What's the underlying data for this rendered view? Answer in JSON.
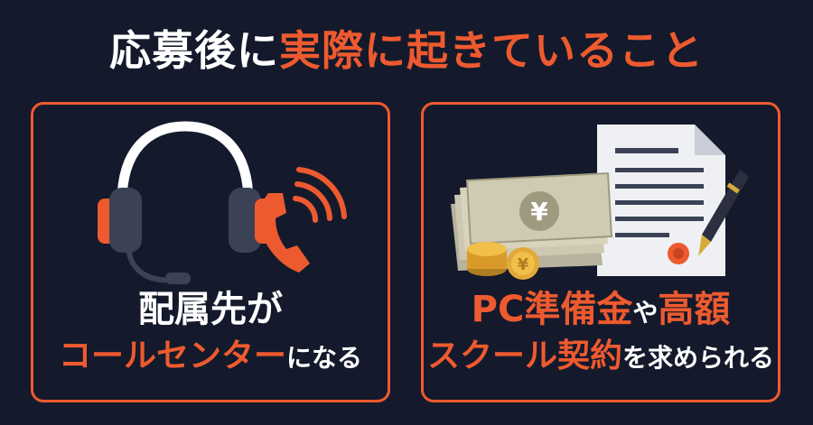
{
  "title": {
    "part1": "応募後に",
    "part2": "実際に起きていること"
  },
  "colors": {
    "background": "#141a2c",
    "accent": "#ee5a2f",
    "text": "#ffffff"
  },
  "left_card": {
    "icons": [
      "headset-icon",
      "phone-icon"
    ],
    "line1": "配属先が",
    "line2_highlight": "コールセンター",
    "line2_suffix": "になる"
  },
  "right_card": {
    "icons": [
      "banknote-stack-icon",
      "coin-stack-icon",
      "contract-document-icon",
      "fountain-pen-icon"
    ],
    "banknote_symbol": "¥",
    "coin_symbol": "¥",
    "line1_a": "PC準備金",
    "line1_b": "や",
    "line1_c": "高額",
    "line2_a": "スクール契約",
    "line2_b": "を求められる"
  }
}
